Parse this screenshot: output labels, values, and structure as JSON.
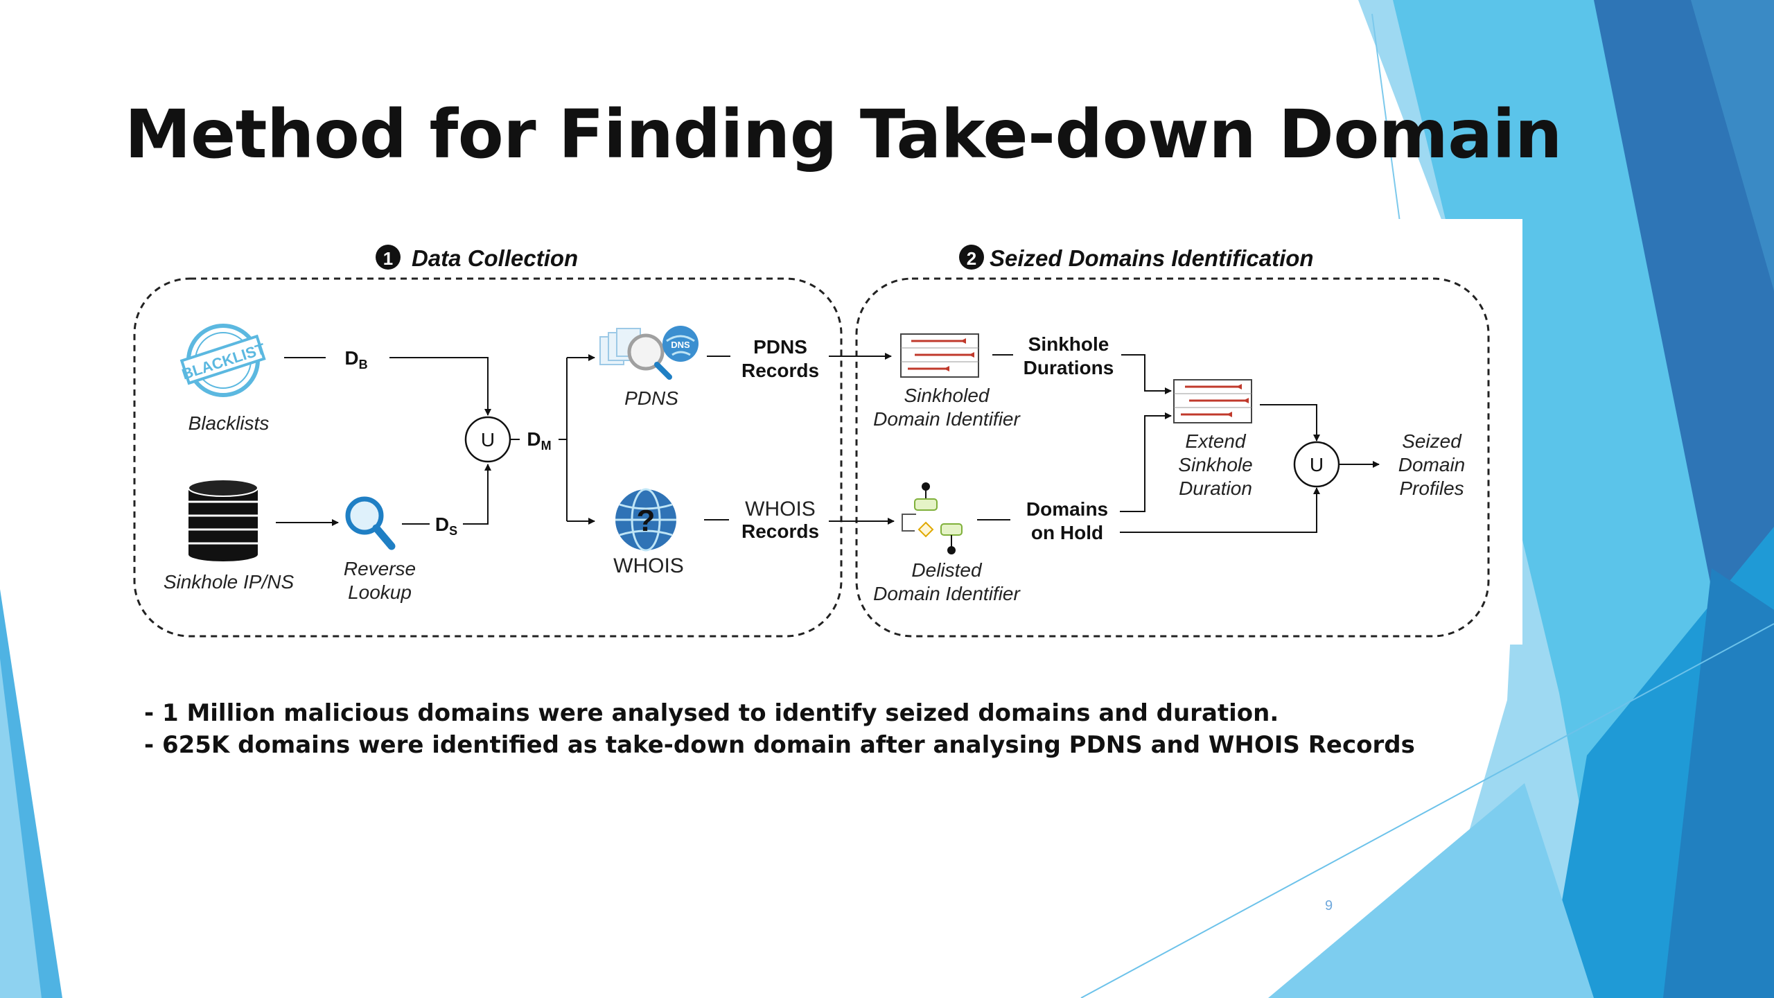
{
  "slide": {
    "title": "Method for Finding Take-down Domain",
    "page_number": "9",
    "bullets": [
      "- 1 Million malicious domains were analysed to identify seized domains and duration.",
      "- 625K domains were identified as take-down domain after analysing PDNS and WHOIS Records"
    ]
  },
  "diagram": {
    "section1": {
      "number": "1",
      "title": "Data Collection"
    },
    "section2": {
      "number": "2",
      "title": "Seized Domains Identification"
    },
    "blacklist_stamp": "BLACKLIST",
    "blacklists_label": "Blacklists",
    "sinkhole_label": "Sinkhole IP/NS",
    "reverse_lookup": [
      "Reverse",
      "Lookup"
    ],
    "db_label": "D",
    "db_sub": "B",
    "ds_label": "D",
    "ds_sub": "S",
    "dm_label": "D",
    "dm_sub": "M",
    "union_symbol": "U",
    "pdns_label": "PDNS",
    "dns_badge": "DNS",
    "whois_label": "WHOIS",
    "pdns_records": [
      "PDNS",
      "Records"
    ],
    "whois_records": [
      "WHOIS",
      "Records"
    ],
    "sinkholed_identifier": [
      "Sinkholed",
      "Domain Identifier"
    ],
    "delisted_identifier": [
      "Delisted",
      "Domain Identifier"
    ],
    "sinkhole_durations": [
      "Sinkhole",
      "Durations"
    ],
    "domains_on_hold": [
      "Domains",
      "on Hold"
    ],
    "extend_duration": [
      "Extend",
      "Sinkhole",
      "Duration"
    ],
    "seized_profiles": [
      "Seized",
      "Domain",
      "Profiles"
    ]
  },
  "colors": {
    "dark_blue": "#2e75b6",
    "mid_blue": "#1f9ad6",
    "light_blue": "#5bc4ea",
    "pale_blue": "#bfe5f6",
    "accent_red": "#c0392b"
  }
}
